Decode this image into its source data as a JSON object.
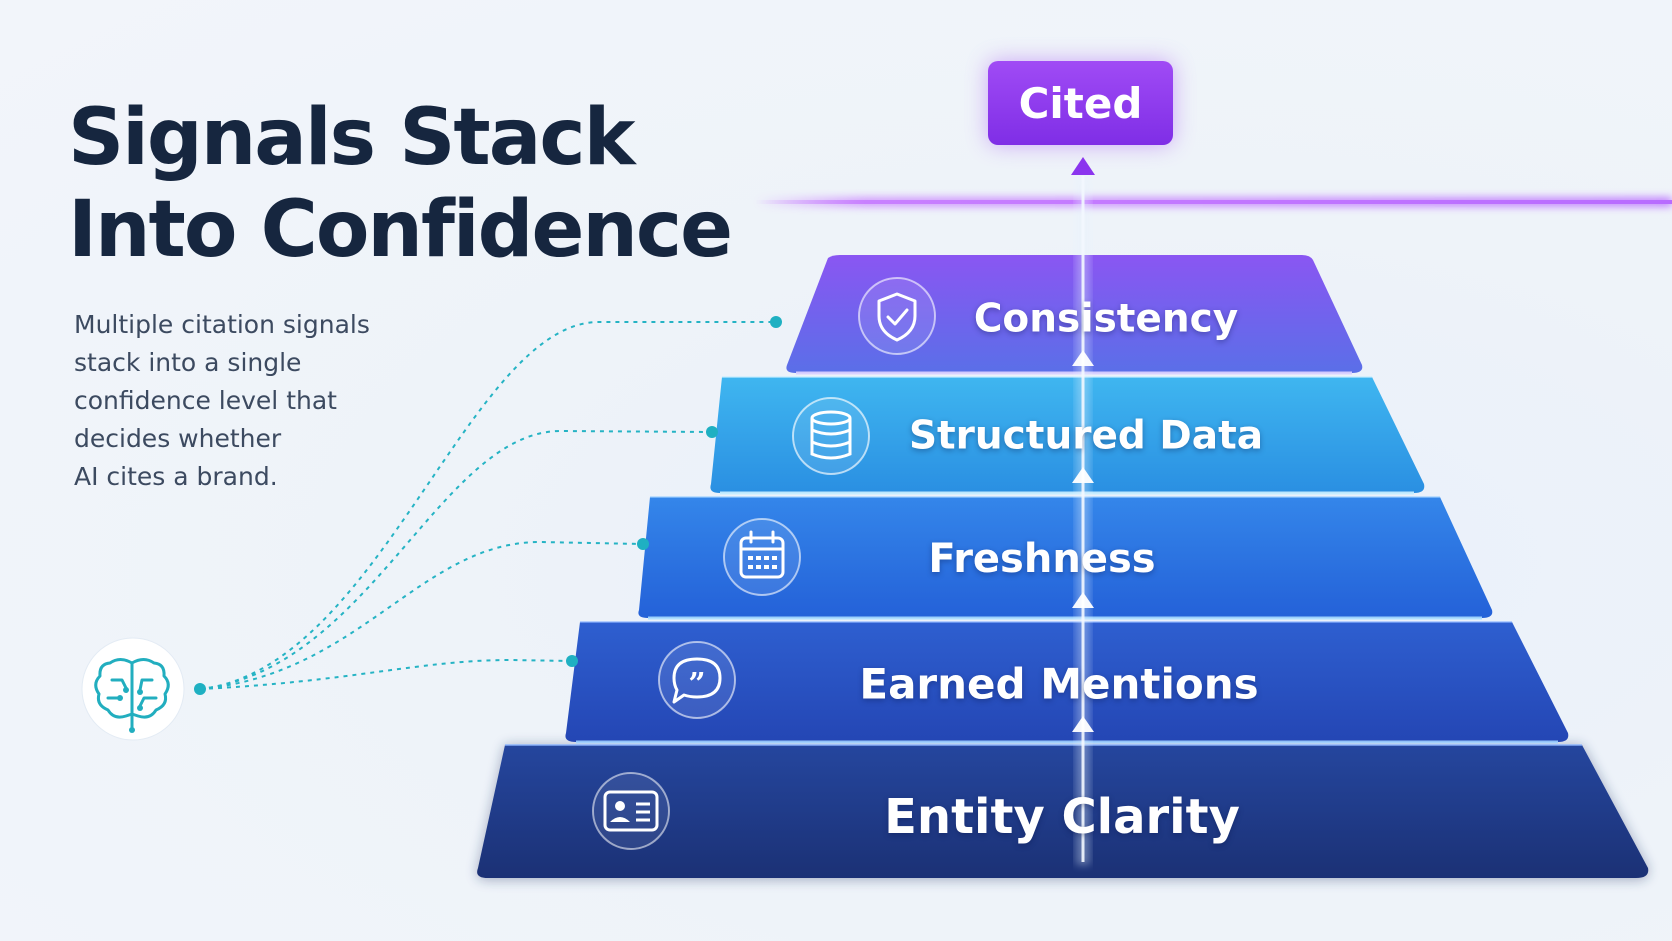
{
  "headline": {
    "line1": "Signals Stack",
    "line2": "Into Confidence"
  },
  "description": {
    "lines": [
      "Multiple citation signals",
      "stack into a single",
      "confidence level that",
      "decides whether",
      "AI cites a brand."
    ]
  },
  "outcome": {
    "label": "Cited",
    "color": "#8b35ee"
  },
  "source_icon": "brain-circuit-icon",
  "steps": [
    {
      "label": "Consistency",
      "icon": "shield-check-icon",
      "color": "#6a5cf0"
    },
    {
      "label": "Structured Data",
      "icon": "database-icon",
      "color": "#2fa6ec"
    },
    {
      "label": "Freshness",
      "icon": "calendar-icon",
      "color": "#2c6be0"
    },
    {
      "label": "Earned Mentions",
      "icon": "quote-bubble-icon",
      "color": "#2a4fc4"
    },
    {
      "label": "Entity Clarity",
      "icon": "id-card-icon",
      "color": "#1f3a8a"
    }
  ]
}
